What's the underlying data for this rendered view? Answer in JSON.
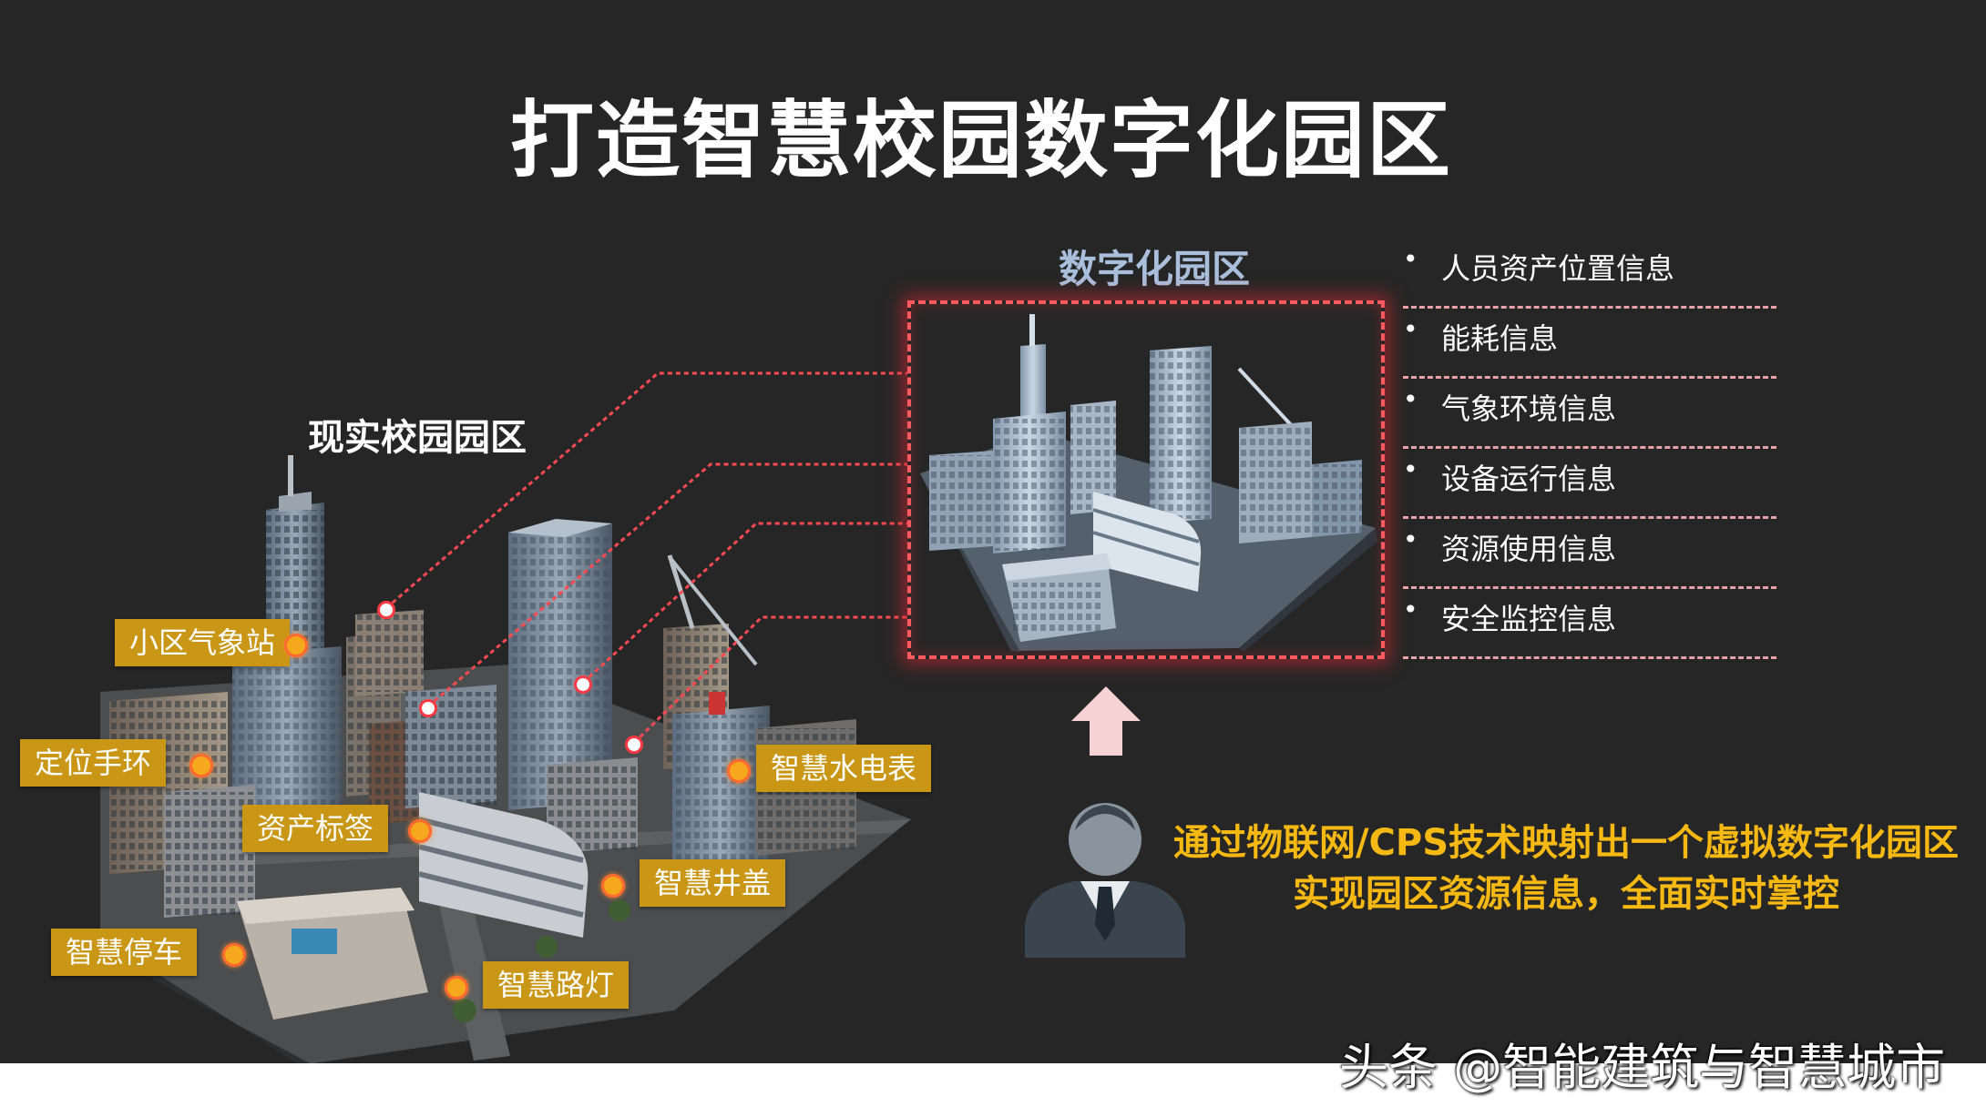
{
  "slide": {
    "title": "打造智慧校园数字化园区",
    "real_campus_label": "现实校园园区",
    "digital_campus_label": "数字化园区"
  },
  "info_list": [
    "人员资产位置信息",
    "能耗信息",
    "气象环境信息",
    "设备运行信息",
    "资源使用信息",
    "安全监控信息"
  ],
  "bullet_symbol": "•",
  "tags": {
    "weather_station": "小区气象站",
    "bracelet": "定位手环",
    "asset_tag": "资产标签",
    "water_meter": "智慧水电表",
    "manhole": "智慧井盖",
    "parking": "智慧停车",
    "street_light": "智慧路灯"
  },
  "message": {
    "line1": "通过物联网/CPS技术映射出一个虚拟数字化园区",
    "line2": "实现园区资源信息，全面实时掌控"
  },
  "watermark": "头条 @智能建筑与智慧城市",
  "colors": {
    "background": "#262626",
    "tag_fill": "#c99616",
    "message_text": "#f6b812",
    "digital_label": "#a9bfdc",
    "connector_red": "#ff4a52",
    "info_divider": "#e8a3aa"
  },
  "icons": [
    "up-arrow-icon",
    "businessman-icon",
    "building-icon"
  ]
}
